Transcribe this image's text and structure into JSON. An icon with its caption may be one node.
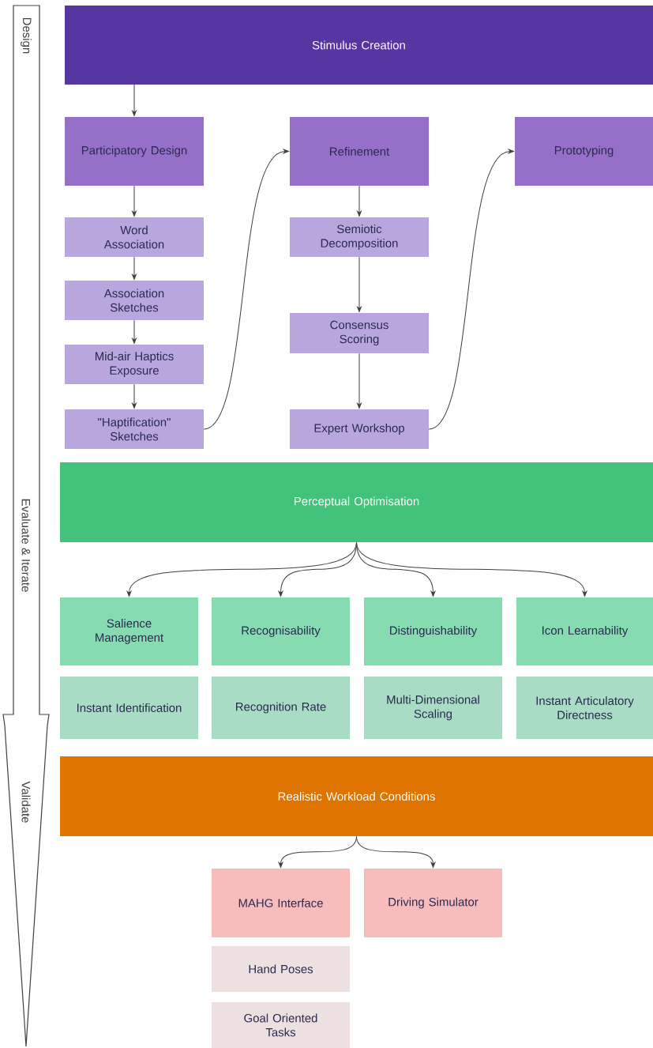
{
  "diagram": {
    "nodes": [
      {
        "text": [
          "Stimulus Creation"
        ]
      },
      {
        "text": [
          "Participatory Design"
        ]
      },
      {
        "text": [
          "Refinement"
        ]
      },
      {
        "text": [
          "Prototyping"
        ]
      },
      {
        "text": [
          "Word Association"
        ]
      },
      {
        "text": [
          "Association Sketches"
        ]
      },
      {
        "text": [
          "Mid-air Haptics Exposure"
        ]
      },
      {
        "text": [
          "\"Haptification\" Sketches"
        ]
      },
      {
        "text": [
          "Semiotic Decomposition"
        ]
      },
      {
        "text": [
          "Consensus Scoring"
        ]
      },
      {
        "text": [
          "Expert Workshop"
        ]
      },
      {
        "text": [
          "Perceptual Optimisation"
        ]
      },
      {
        "text": [
          "Salience Management"
        ]
      },
      {
        "text": [
          "Recognisability"
        ]
      },
      {
        "text": [
          "Distinguishability"
        ]
      },
      {
        "text": [
          "Icon Learnability"
        ]
      },
      {
        "text": [
          "Instant Identification"
        ]
      },
      {
        "text": [
          "Recognition Rate"
        ]
      },
      {
        "text": [
          "Multi-Dimensional Scaling"
        ]
      },
      {
        "text": [
          "Instant Articulatory Directness"
        ]
      },
      {
        "text": [
          "Realistic Workload Conditions"
        ]
      },
      {
        "text": [
          "MAHG Interface"
        ]
      },
      {
        "text": [
          "Driving Simulator"
        ]
      },
      {
        "text": [
          "Hand Poses"
        ]
      },
      {
        "text": [
          "Goal Oriented Tasks"
        ]
      }
    ],
    "edges": [
      {
        "from": 0,
        "to": 1,
        "arrow": "to"
      },
      {
        "from": 1,
        "to": 4,
        "arrow": "to"
      },
      {
        "from": 4,
        "to": 5,
        "arrow": "to"
      },
      {
        "from": 5,
        "to": 6,
        "arrow": "to"
      },
      {
        "from": 6,
        "to": 7,
        "arrow": "to"
      },
      {
        "from": 7,
        "to": 2,
        "arrow": "to"
      },
      {
        "from": 2,
        "to": 8,
        "arrow": "to"
      },
      {
        "from": 8,
        "to": 9,
        "arrow": "to"
      },
      {
        "from": 9,
        "to": 10,
        "arrow": "to"
      },
      {
        "from": 10,
        "to": 3,
        "arrow": "to"
      },
      {
        "from": 11,
        "to": 12,
        "arrow": "to"
      },
      {
        "from": 11,
        "to": 13,
        "arrow": "to"
      },
      {
        "from": 11,
        "to": 14,
        "arrow": "to"
      },
      {
        "from": 11,
        "to": 15,
        "arrow": "to"
      },
      {
        "from": 20,
        "to": 21,
        "arrow": "to"
      },
      {
        "from": 20,
        "to": 22,
        "arrow": "to"
      }
    ],
    "labels": [
      "Design",
      "Evaluate & Iterate",
      "Validate"
    ]
  }
}
